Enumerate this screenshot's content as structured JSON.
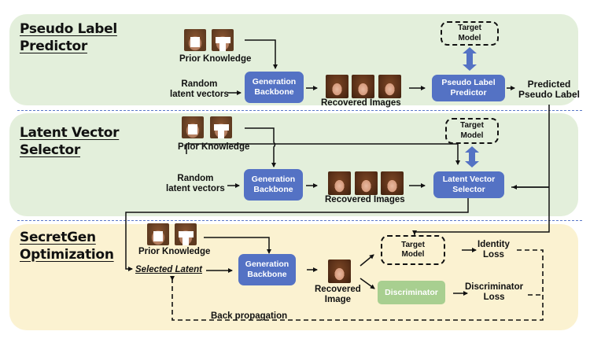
{
  "sections": [
    {
      "title_line1": "Pseudo Label",
      "title_line2": "Predictor",
      "prior_knowledge": "Prior Knowledge",
      "random_line1": "Random",
      "random_line2": "latent vectors",
      "backbone_line1": "Generation",
      "backbone_line2": "Backbone",
      "recovered": "Recovered Images",
      "module_line1": "Pseudo Label",
      "module_line2": "Predictor",
      "target_line1": "Target",
      "target_line2": "Model",
      "output_line1": "Predicted",
      "output_line2": "Pseudo Label"
    },
    {
      "title_line1": "Latent Vector",
      "title_line2": "Selector",
      "prior_knowledge": "Prior Knowledge",
      "random_line1": "Random",
      "random_line2": "latent vectors",
      "backbone_line1": "Generation",
      "backbone_line2": "Backbone",
      "recovered": "Recovered Images",
      "module_line1": "Latent Vector",
      "module_line2": "Selector",
      "target_line1": "Target",
      "target_line2": "Model"
    },
    {
      "title_line1": "SecretGen",
      "title_line2": "Optimization",
      "prior_knowledge": "Prior Knowledge",
      "selected_latent": "Selected Latent",
      "backbone_line1": "Generation",
      "backbone_line2": "Backbone",
      "recovered_line1": "Recovered",
      "recovered_line2": "Image",
      "target_line1": "Target",
      "target_line2": "Model",
      "discriminator": "Discriminator",
      "identity_line1": "Identity",
      "identity_line2": "Loss",
      "disc_loss_line1": "Discriminator",
      "disc_loss_line2": "Loss",
      "back_propagation": "Back propagation"
    }
  ],
  "colors": {
    "panel_green": "#e3efdb",
    "panel_yellow": "#fbf2d1",
    "module_blue": "#5472c4",
    "discriminator_green": "#a8cf90",
    "separator_blue": "#5a78c8"
  }
}
